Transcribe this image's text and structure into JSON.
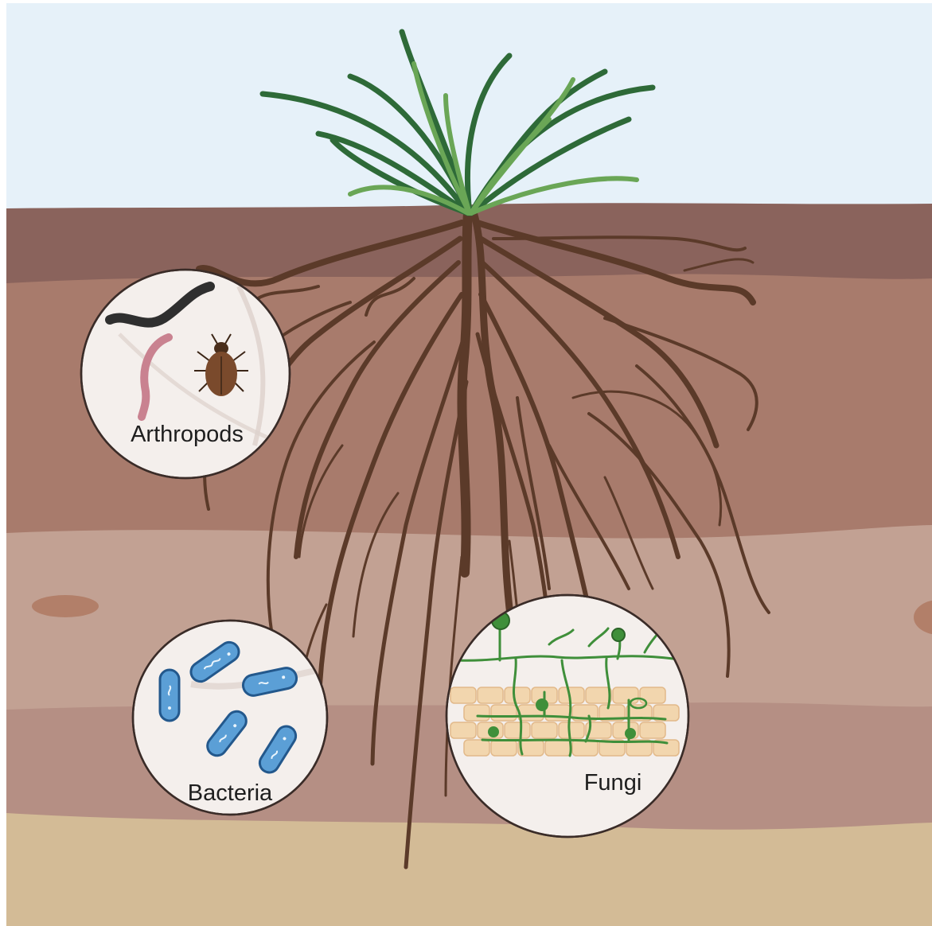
{
  "labels": {
    "arthropods": "Arthropods",
    "bacteria": "Bacteria",
    "fungi": "Fungi"
  },
  "colors": {
    "sky": "#e6f1f9",
    "soil_top": "#8a635c",
    "soil_upper": "#a87b6c",
    "soil_middle": "#c2a193",
    "soil_lower": "#b58f84",
    "soil_bottom": "#d3bb96",
    "root": "#5b3a29",
    "leaf_dark": "#2e6a38",
    "leaf_light": "#6aa656",
    "callout_fill": "#f4efec",
    "callout_stroke": "#3a2c28",
    "worm_dark": "#2f2f2f",
    "worm_pink": "#c98290",
    "beetle": "#7a4a2c",
    "bacteria_fill": "#5b9fd6",
    "bacteria_stroke": "#23588c",
    "hypha": "#3f8f3a",
    "root_cell": "#f2d6ae"
  },
  "icons": [
    "plant-icon",
    "root-system-icon",
    "earthworm-icon",
    "beetle-icon",
    "bacterium-icon",
    "fungal-hyphae-icon",
    "root-cell-icon"
  ]
}
